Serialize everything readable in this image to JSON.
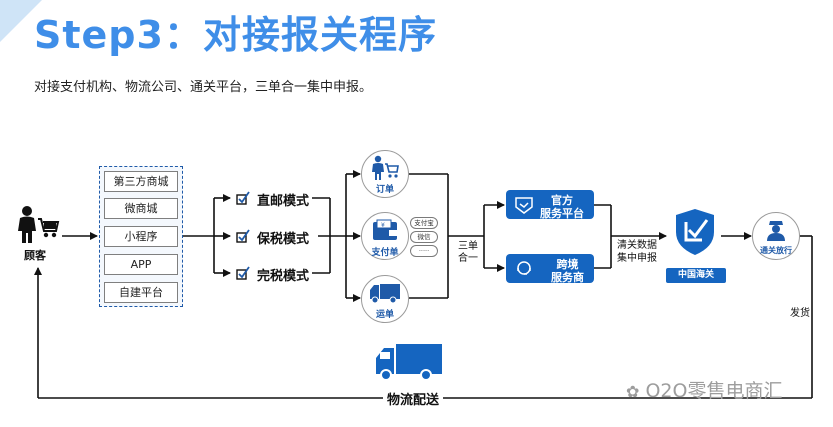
{
  "header": {
    "title": "Step3：对接报关程序",
    "subtitle": "对接支付机构、物流公司、通关平台，三单合一集中申报。"
  },
  "customer": {
    "label": "顾客"
  },
  "sources": [
    "第三方商城",
    "微商城",
    "小程序",
    "APP",
    "自建平台"
  ],
  "modes": [
    "直邮模式",
    "保税模式",
    "完税模式"
  ],
  "documents": {
    "order": "订单",
    "payment": "支付单",
    "waybill": "运单",
    "payment_pills": [
      "支付宝",
      "微信",
      "·····"
    ]
  },
  "merge_label": [
    "三单",
    "合一"
  ],
  "platforms": {
    "official": [
      "官方",
      "服务平台"
    ],
    "crossborder": [
      "跨境",
      "服务商"
    ]
  },
  "declare_label": [
    "清关数据",
    "集中申报"
  ],
  "customs": {
    "label": "中国海关"
  },
  "release": {
    "label": "通关放行"
  },
  "ship_label": "发货",
  "logistics_label": "物流配送",
  "watermark": "O2O零售电商汇",
  "colors": {
    "accent": "#3f8ee8",
    "dark_blue": "#1565c0",
    "line": "#111111"
  }
}
